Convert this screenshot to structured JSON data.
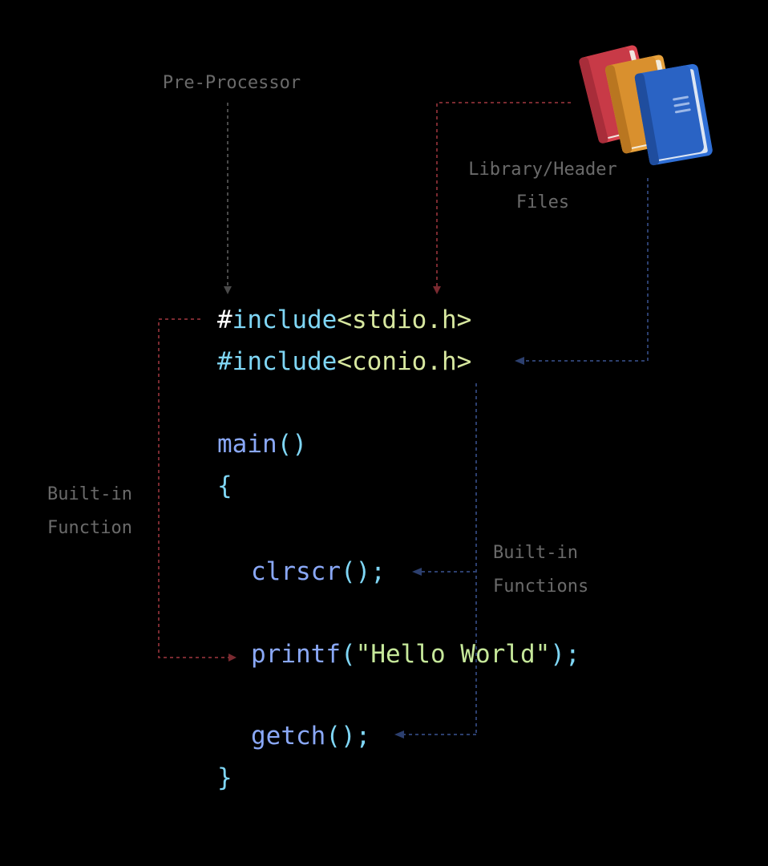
{
  "labels": {
    "preprocessor": "Pre-Processor",
    "library_line1": "Library/Header",
    "library_line2": "Files",
    "builtin_function_line1": "Built-in",
    "builtin_function_line2": "Function",
    "builtin_functions_line1": "Built-in",
    "builtin_functions_line2": "Functions"
  },
  "code": {
    "line1": {
      "hash": "#",
      "keyword": "include",
      "header": "<stdio.h>"
    },
    "line2": {
      "hash": "#",
      "keyword": "include",
      "header": "<conio.h>"
    },
    "line3": {
      "function": "main",
      "parens": "()"
    },
    "line4": {
      "brace": "{"
    },
    "line5": {
      "function": "clrscr",
      "tail": "();"
    },
    "line6": {
      "function": "printf",
      "open": "(",
      "string": "\"Hello World\"",
      "close": ");"
    },
    "line7": {
      "function": "getch",
      "tail": "();"
    },
    "line8": {
      "brace": "}"
    }
  },
  "colors": {
    "preprocessor_arrow": "#4a4a4a",
    "library_arrow": "#7a2a30",
    "builtin_arrow_red": "#7a2a30",
    "builtin_arrow_blue": "#2c3f6e",
    "book_red": "#d9434f",
    "book_orange": "#e8a23c",
    "book_blue": "#2f6fd6"
  },
  "icons": {
    "library": "books-icon"
  }
}
